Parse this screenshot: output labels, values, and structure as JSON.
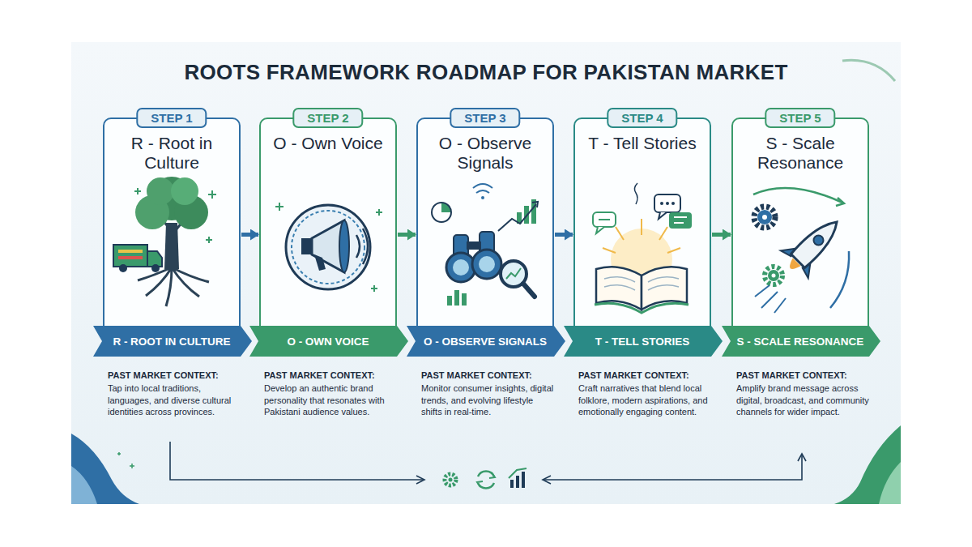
{
  "diagram": {
    "title": "ROOTS FRAMEWORK ROADMAP FOR PAKISTAN MARKET",
    "nodes": [
      {
        "text": [
          "STEP 1",
          "R - Root in Culture"
        ]
      },
      {
        "text": [
          "STEP 2",
          "O - Own Voice"
        ]
      },
      {
        "text": [
          "STEP 3",
          "O - Observe Signals"
        ]
      },
      {
        "text": [
          "STEP 4",
          "T - Tell Stories"
        ]
      },
      {
        "text": [
          "STEP 5",
          "S - Scale Resonance"
        ]
      },
      {
        "text": [
          "R - ROOT IN CULTURE"
        ]
      },
      {
        "text": [
          "O - OWN VOICE"
        ]
      },
      {
        "text": [
          "O - OBSERVE SIGNALS"
        ]
      },
      {
        "text": [
          "T - TELL STORIES"
        ]
      },
      {
        "text": [
          "S - SCALE RESONANCE"
        ]
      }
    ],
    "edges": [
      {
        "from": 0,
        "to": 1,
        "arrow": "to"
      },
      {
        "from": 1,
        "to": 2,
        "arrow": "to"
      },
      {
        "from": 2,
        "to": 3,
        "arrow": "to"
      },
      {
        "from": 3,
        "to": 4,
        "arrow": "to"
      }
    ],
    "labels": [
      "PAST MARKET CONTEXT:",
      "Tap into local traditions, languages, and diverse cultural identities across provinces.",
      "PAST MARKET CONTEXT:",
      "Develop an authentic brand personality that resonates with Pakistani audience values.",
      "PAST MARKET CONTEXT:",
      "Monitor consumer insights, digital trends, and evolving lifestyle shifts in real-time.",
      "PAST MARKET CONTEXT:",
      "Craft narratives that blend local folklore, modern aspirations, and emotionally engaging content.",
      "PAST MARKET CONTEXT:",
      "Amplify brand message across digital, broadcast, and community channels for wider impact."
    ]
  }
}
